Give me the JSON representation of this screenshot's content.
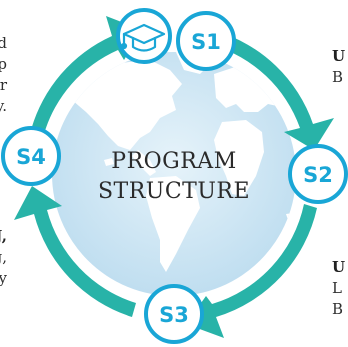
{
  "center_title": {
    "line1": "PROGRAM",
    "line2": "STRUCTURE"
  },
  "stages": [
    {
      "id": "s1",
      "label": "S1"
    },
    {
      "id": "s2",
      "label": "S2"
    },
    {
      "id": "s3",
      "label": "S3"
    },
    {
      "id": "s4",
      "label": "S4"
    }
  ],
  "side_text": {
    "left_top": [
      "d",
      "p",
      "r",
      "y."
    ],
    "left_bottom_bold": "J,",
    "left_bottom": [
      "g,",
      "y"
    ],
    "right_top_bold": "U",
    "right_top": [
      "B"
    ],
    "right_bottom_bold": "U",
    "right_bottom": [
      "L",
      "B"
    ]
  },
  "icons": {
    "top_badge": "graduation-cap-icon"
  },
  "colors": {
    "ring": "#28b3a8",
    "badge_border": "#19a6d6",
    "label": "#19a6d6",
    "ocean": "#cfe6f3",
    "land": "#ffffff"
  }
}
